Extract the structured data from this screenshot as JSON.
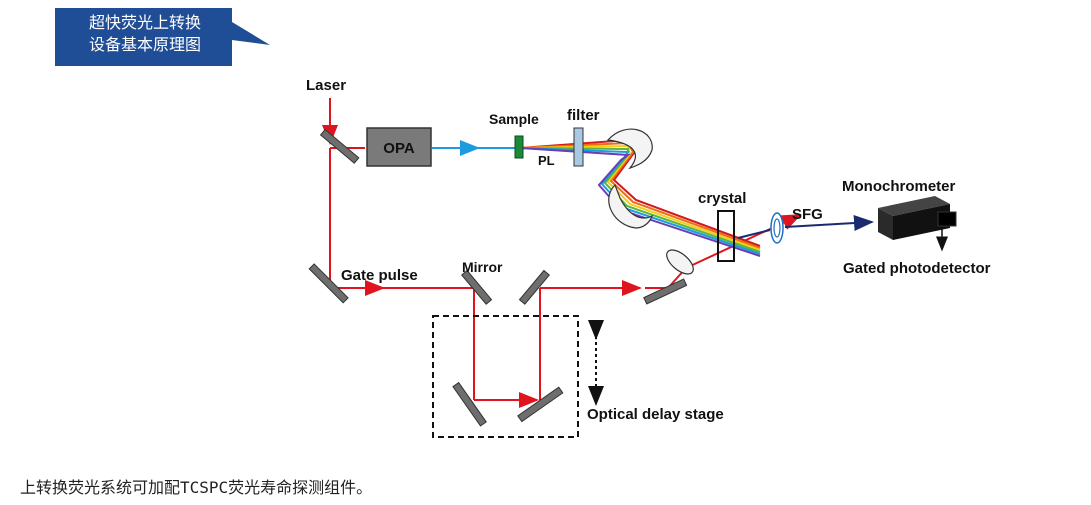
{
  "banner": {
    "line1": "超快荧光上转换",
    "line2": "设备基本原理图",
    "color": "#1f4e96"
  },
  "labels": {
    "laser": "Laser",
    "opa": "OPA",
    "sample": "Sample",
    "filter": "filter",
    "pl": "PL",
    "crystal": "crystal",
    "sfg": "SFG",
    "monochromator": "Monochrometer",
    "detector": "Gated photodetector",
    "gate_pulse": "Gate pulse",
    "mirror": "Mirror",
    "delay_stage": "Optical delay stage"
  },
  "caption": "上转换荧光系统可加配TCSPC荧光寿命探测组件。",
  "colors": {
    "laser_beam": "#e0141e",
    "opa_beam": "#1e9be0",
    "sfg_beam": "#1a2a6e",
    "sample": "#1a8a3a",
    "filter": "#a9c9e3",
    "mirror": "#6e6e6e",
    "opa_box": "#7a7a7a"
  }
}
